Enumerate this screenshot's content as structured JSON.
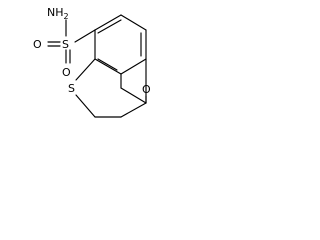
{
  "structure": {
    "atoms": {
      "nh2": {
        "symbol": "NH",
        "subscript": "2"
      },
      "s_sulfonyl": "S",
      "o_upper": "O",
      "o_lower": "O",
      "s_ring": "S",
      "o_ketone": "O"
    },
    "line_color": "#000000",
    "background": "#ffffff"
  }
}
